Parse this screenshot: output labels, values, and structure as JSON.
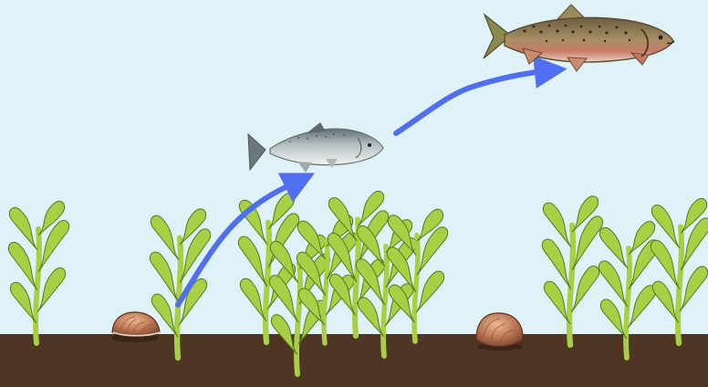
{
  "scene": {
    "water_color": "#dff2f7",
    "sediment_color": "#4e3524",
    "arrow_color": "#4f6ff0",
    "kelp_color": "#a9cf45",
    "kelp_outline": "#4f7d1f",
    "organisms": [
      {
        "id": "clam-left",
        "icon": "clam-icon",
        "kind": "clam"
      },
      {
        "id": "clam-right",
        "icon": "clam-icon",
        "kind": "clam"
      },
      {
        "id": "juvenile-salmon",
        "icon": "silver-salmon-icon",
        "kind": "fish",
        "colors": {
          "back": "#5f6f73",
          "belly": "#e9eceb"
        }
      },
      {
        "id": "adult-salmon",
        "icon": "spawning-trout-icon",
        "kind": "fish",
        "colors": {
          "back": "#7b6a45",
          "belly": "#c9816c"
        }
      }
    ],
    "arrows": [
      {
        "id": "arrow-kelp-to-salmon",
        "icon": "arrow-icon"
      },
      {
        "id": "arrow-salmon-to-trout",
        "icon": "arrow-icon"
      }
    ]
  }
}
